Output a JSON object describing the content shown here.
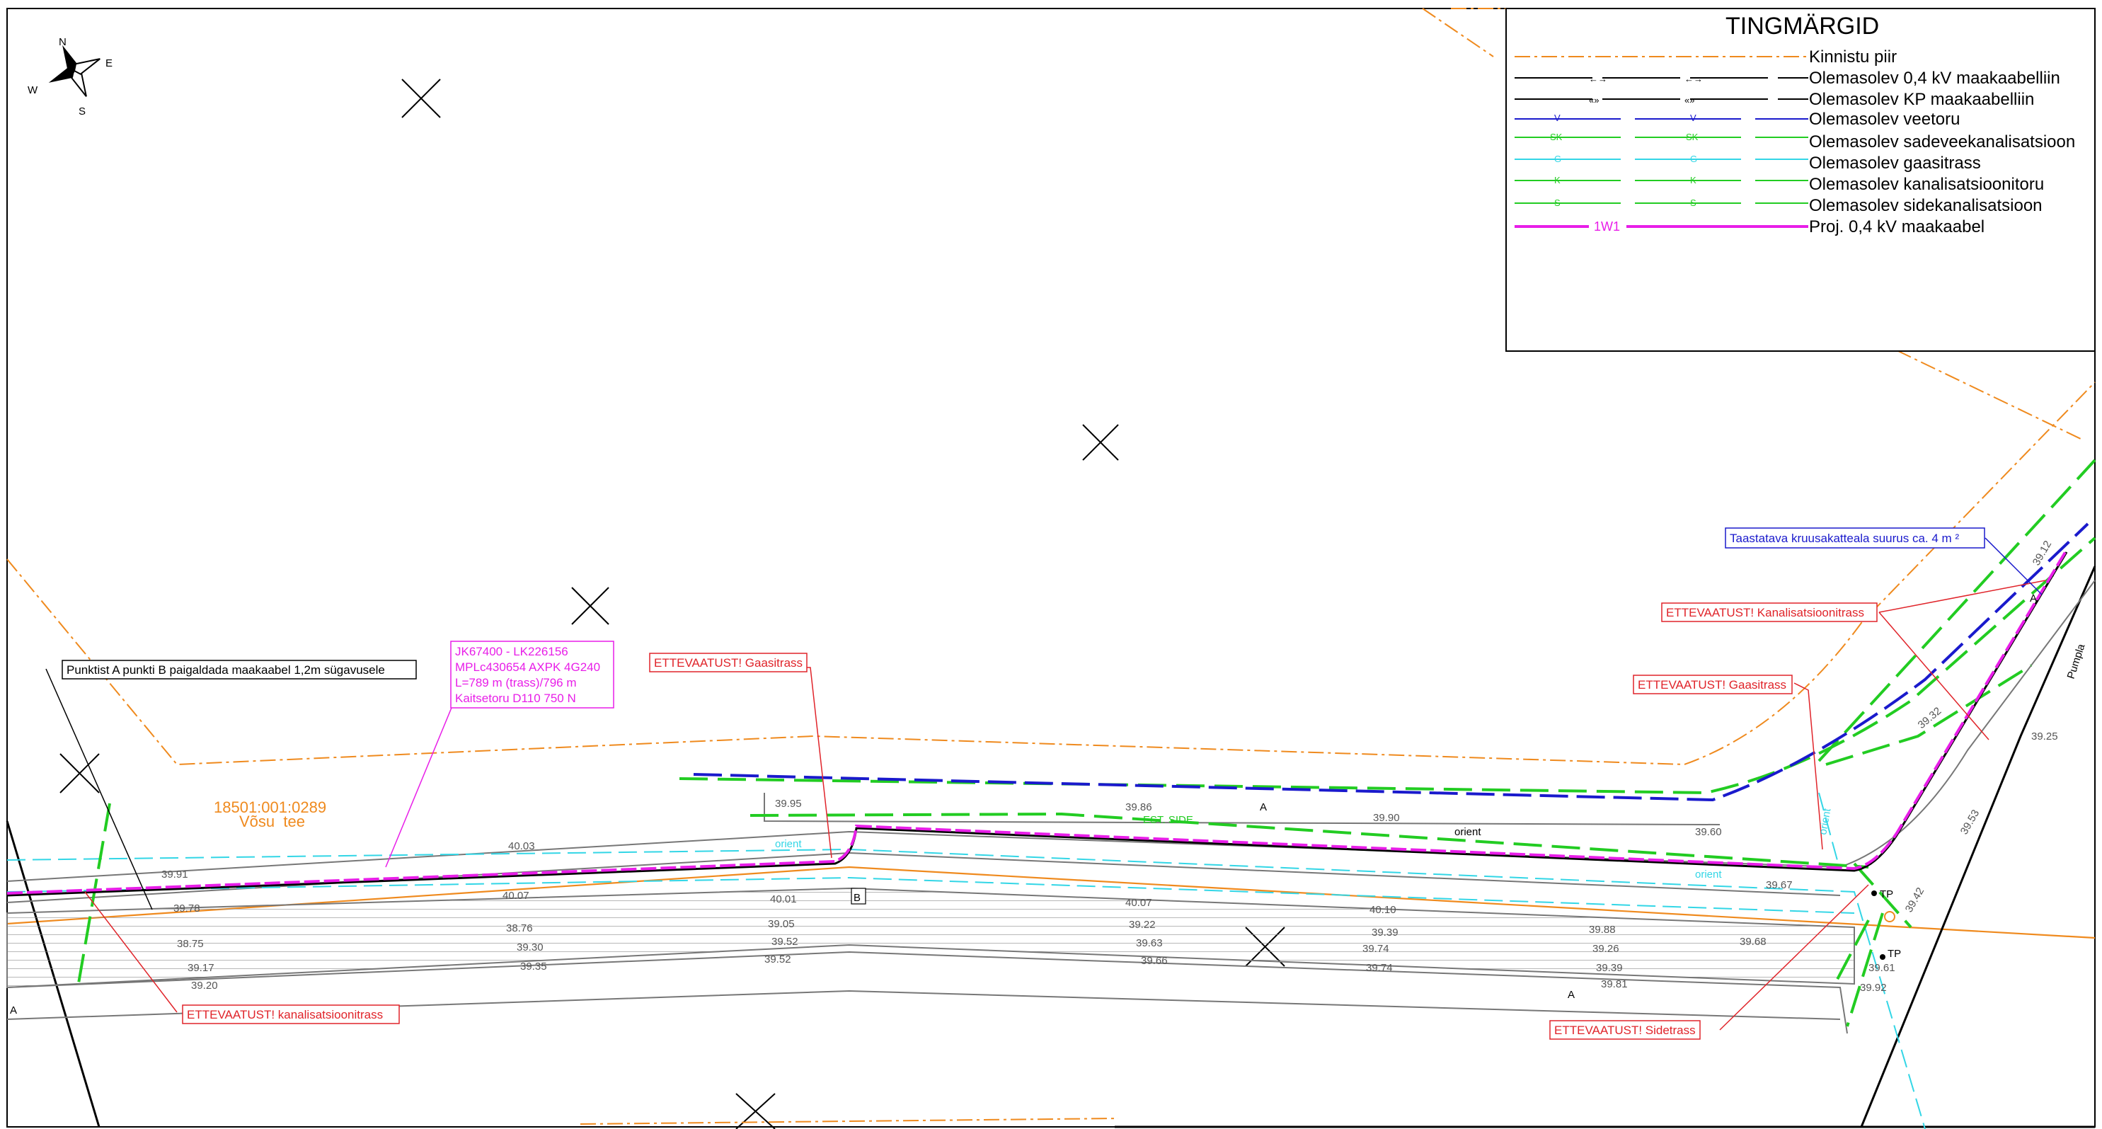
{
  "colors": {
    "property": "#ef8a1e",
    "water": "#1a1acc",
    "storm": "#22cc22",
    "gas": "#33d6e6",
    "sewer": "#22cc22",
    "telecom": "#22cc22",
    "cable": "#e81ee8",
    "warning": "#e0242a",
    "info": "#1a1acc"
  },
  "compass": {
    "n": "N",
    "e": "E",
    "s": "S",
    "w": "W"
  },
  "legend": {
    "title": "TINGMÄRGID",
    "items": [
      {
        "label": "Kinnistu piir",
        "code": ""
      },
      {
        "label": "Olemasolev 0,4 kV maakaabelliin",
        "code": ""
      },
      {
        "label": "Olemasolev KP maakaabelliin",
        "code": ""
      },
      {
        "label": "Olemasolev veetoru",
        "code": "V"
      },
      {
        "label": "Olemasolev sadeveekanalisatsioon",
        "code": "SK"
      },
      {
        "label": "Olemasolev gaasitrass",
        "code": "G"
      },
      {
        "label": "Olemasolev kanalisatsioonitoru",
        "code": "K"
      },
      {
        "label": "Olemasolev sidekanalisatsioon",
        "code": "S"
      },
      {
        "label": "Proj. 0,4 kV maakaabel",
        "code": "1W1"
      }
    ]
  },
  "annotations": {
    "punktist": "Punktist A punkti B paigaldada maakaabel 1,2m sügavusele",
    "cable_spec": [
      "JK67400 - LK226156",
      "MPLc430654 AXPK 4G240",
      "L=789 m (trass)/796 m",
      "Kaitsetoru D110 750 N"
    ],
    "warn_gas_1": "ETTEVAATUST! Gaasitrass",
    "warn_gas_2": "ETTEVAATUST! Gaasitrass",
    "warn_sewer_right": "ETTEVAATUST! Kanalisatsioonitrass",
    "warn_sewer_left": "ETTEVAATUST! kanalisatsioonitrass",
    "warn_telecom": "ETTEVAATUST! Sidetrass",
    "gravel": "Taastatava kruusakatteala suurus ca. 4 m ²",
    "parcel_id": "18501:001:0289",
    "parcel_name": "Võsu  tee",
    "point_a": "A",
    "point_b": "B",
    "road_right": "Pumpla",
    "orient_1": "orient",
    "orient_2": "orient",
    "orient_3": "orient",
    "orient_4": "orient",
    "est_side": "EST. SIDE",
    "tp_1": "TP",
    "tp_2": "TP",
    "tick_a": "A"
  },
  "elevations": [
    "39.91",
    "39.78",
    "38.75",
    "39.17",
    "39.20",
    "40.03",
    "40.07",
    "38.76",
    "39.30",
    "39.35",
    "39.95",
    "40.01",
    "39.05",
    "39.52",
    "39.52",
    "39.86",
    "40.07",
    "39.22",
    "39.63",
    "39.66",
    "39.90",
    "40.10",
    "39.39",
    "39.74",
    "39.74",
    "39.60",
    "39.67",
    "39.88",
    "39.26",
    "39.39",
    "39.81",
    "39.68",
    "39.61",
    "39.92",
    "39.32",
    "39.25",
    "39.42",
    "39.53",
    "39.12"
  ]
}
